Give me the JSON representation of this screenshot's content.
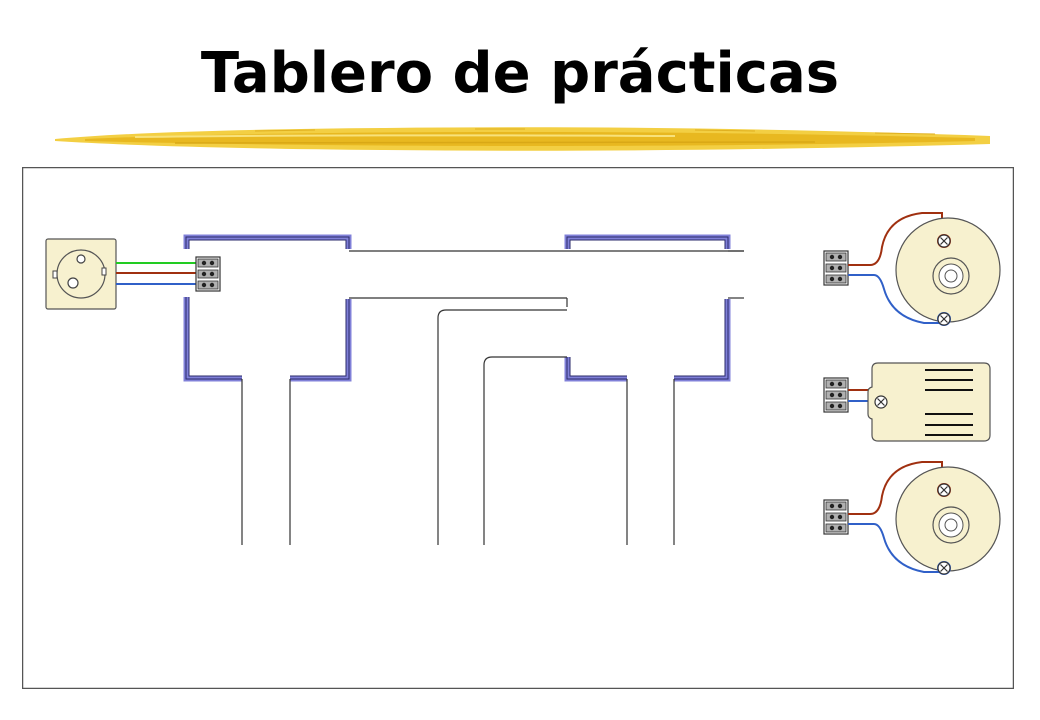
{
  "title": "Tablero de prácticas",
  "colors": {
    "title_text": "#000000",
    "underline_brush": "#f0c832",
    "board_border": "#555555",
    "conduit_outline": "#2a2a6a",
    "conduit_fill": "#8080d8",
    "wire_ground": "#22cc22",
    "wire_phase": "#a03010",
    "wire_neutral": "#3060c8",
    "device_fill": "#f7f1cf",
    "terminal_fill": "#b0b0b0"
  },
  "components": [
    {
      "id": "socket",
      "icon": "socket-outlet-icon"
    },
    {
      "id": "terminal-block-socket",
      "icon": "terminal-block-icon"
    },
    {
      "id": "lamp-holder-top",
      "icon": "lamp-holder-icon"
    },
    {
      "id": "terminal-block-top",
      "icon": "terminal-block-icon"
    },
    {
      "id": "switch",
      "icon": "switch-icon"
    },
    {
      "id": "terminal-block-middle",
      "icon": "terminal-block-icon"
    },
    {
      "id": "lamp-holder-bottom",
      "icon": "lamp-holder-icon"
    },
    {
      "id": "terminal-block-bottom",
      "icon": "terminal-block-icon"
    }
  ]
}
